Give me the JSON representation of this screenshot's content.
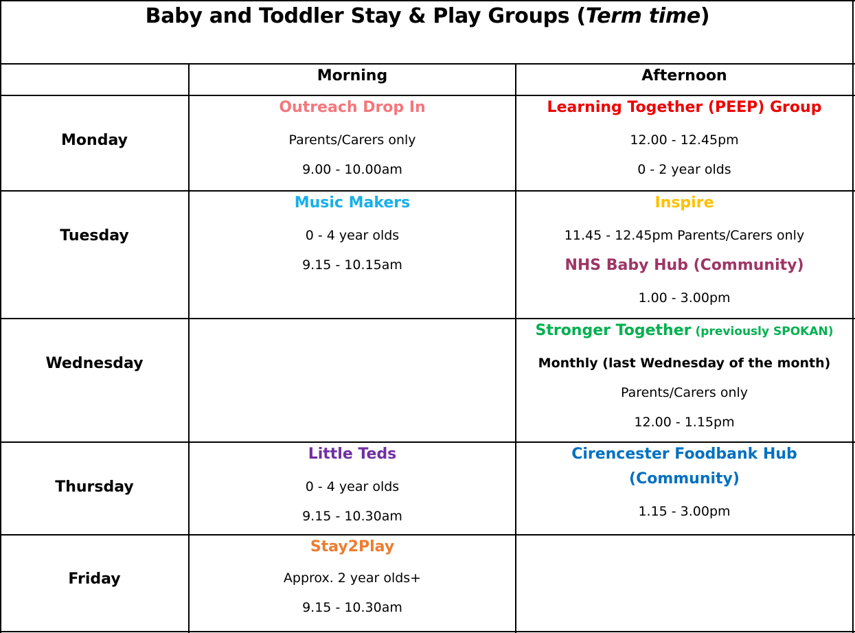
{
  "title": {
    "main": "Baby and Toddler Stay & Play Groups (",
    "italic": "Term time",
    "close": ")"
  },
  "columns": {
    "morning": "Morning",
    "afternoon": "Afternoon"
  },
  "colors": {
    "outreach": "#f4777d",
    "peep": "#ee0000",
    "music": "#17b0e8",
    "inspire": "#ffc000",
    "nhs": "#9e3566",
    "stronger": "#00b050",
    "teds": "#7030a0",
    "foodbank": "#0070c0",
    "stay2play": "#ed7d31"
  },
  "rows": {
    "monday": {
      "day": "Monday",
      "am": {
        "name": "Outreach Drop In",
        "line1": "Parents/Carers only",
        "line2": "9.00 - 10.00am"
      },
      "pm": {
        "name": "Learning Together (PEEP) Group",
        "line1": "12.00 - 12.45pm",
        "line2": "0 -  2 year olds"
      }
    },
    "tuesday": {
      "day": "Tuesday",
      "am": {
        "name": "Music Makers",
        "line1": "0 - 4 year olds",
        "line2": "9.15 - 10.15am"
      },
      "pm": {
        "name": "Inspire",
        "line1": "11.45 - 12.45pm Parents/Carers only",
        "name2": "NHS Baby Hub (Community)",
        "line2": "1.00 - 3.00pm"
      }
    },
    "wednesday": {
      "day": "Wednesday",
      "pm": {
        "name": "Stronger Together",
        "name_note": "(previously SPOKAN)",
        "line1": "Monthly (last Wednesday of the month)",
        "line2": "Parents/Carers only",
        "line3": "12.00 - 1.15pm"
      }
    },
    "thursday": {
      "day": "Thursday",
      "am": {
        "name": "Little Teds",
        "line1": "0 - 4 year olds",
        "line2": "9.15 - 10.30am"
      },
      "pm": {
        "name_a": "Cirencester Foodbank Hub",
        "name_b": "(Community)",
        "line1": "1.15 - 3.00pm"
      }
    },
    "friday": {
      "day": "Friday",
      "am": {
        "name": "Stay2Play",
        "line1": "Approx. 2 year olds+",
        "line2": "9.15 - 10.30am"
      }
    }
  }
}
